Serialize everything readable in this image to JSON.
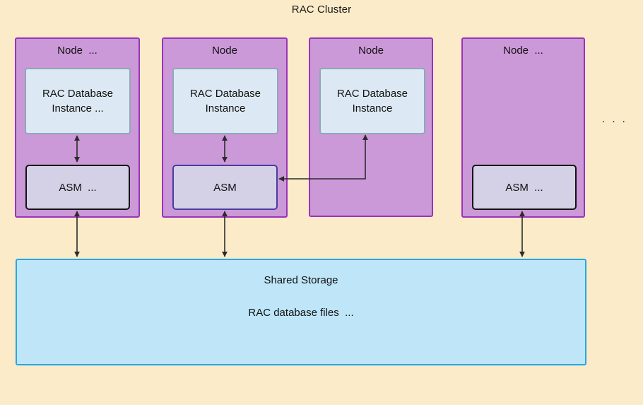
{
  "diagram": {
    "title": "RAC Cluster",
    "background_color": "#fbebc8",
    "ellipsis": ". . ."
  },
  "nodes": [
    {
      "label": "Node  ...",
      "instance_label": "RAC Database\nInstance  ...",
      "asm_label": "ASM  ...",
      "fill_color": "#cb98d8",
      "border_color": "#9a33bb"
    },
    {
      "label": "Node",
      "instance_label": "RAC Database\nInstance",
      "asm_label": "ASM",
      "fill_color": "#cb98d8",
      "border_color": "#9a33bb",
      "asm_border_color": "#4a3ca0"
    },
    {
      "label": "Node",
      "instance_label": "RAC Database\nInstance",
      "fill_color": "#cb98d8",
      "border_color": "#9a33bb"
    },
    {
      "label": "Node  ...",
      "asm_label": "ASM  ...",
      "fill_color": "#cb98d8",
      "border_color": "#9a33bb"
    }
  ],
  "storage": {
    "title": "Shared Storage",
    "subtitle": "RAC database files  ...",
    "fill_color": "#bfe5f8",
    "border_color": "#27a7e0"
  },
  "instance_box_style": {
    "fill_color": "#dce9f4",
    "border_color": "#8ea8b8"
  },
  "asm_box_style": {
    "fill_color": "#d4d1e6",
    "border_color": "#131313"
  },
  "connectors": {
    "line_color": "#2b2b2b",
    "descriptions": [
      "node1-instance-to-asm-bidirectional",
      "node1-asm-to-shared-storage-bidirectional",
      "node2-instance-to-asm-bidirectional",
      "node2-asm-to-shared-storage-bidirectional",
      "node2-asm-to-node3-instance",
      "node4-asm-to-shared-storage-bidirectional"
    ]
  }
}
